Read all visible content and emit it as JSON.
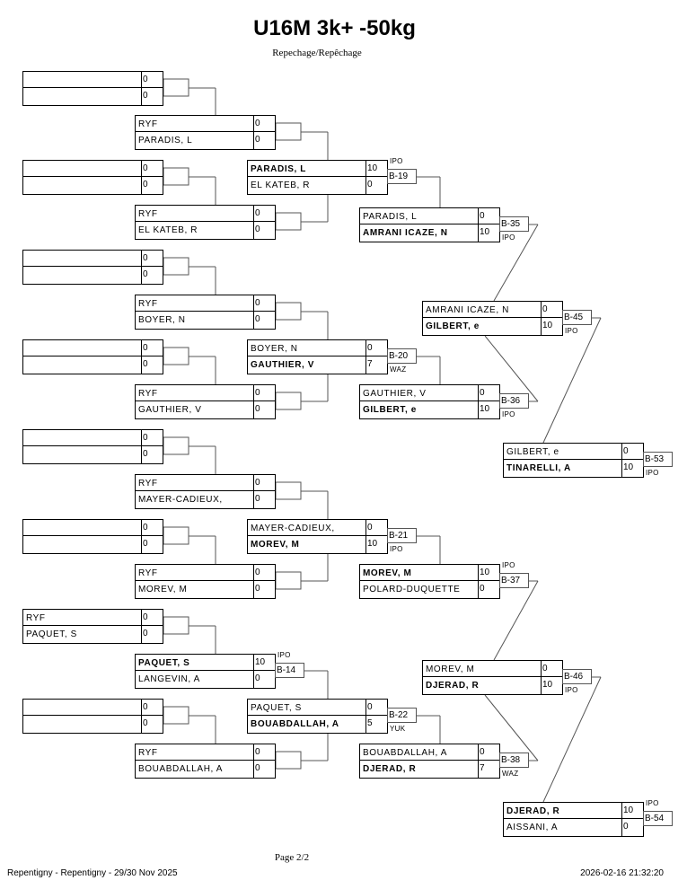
{
  "header": {
    "title": "U16M 3k+ -50kg",
    "subtitle": "Repechage/Repêchage"
  },
  "matches": [
    {
      "id": "r1a",
      "top": {
        "name": "",
        "score": "0",
        "win": false
      },
      "bot": {
        "name": "",
        "score": "0",
        "win": false
      }
    },
    {
      "id": "r2a",
      "top": {
        "name": "RYF",
        "score": "0",
        "win": false
      },
      "bot": {
        "name": "PARADIS, L",
        "score": "0",
        "win": false
      }
    },
    {
      "id": "r1b",
      "top": {
        "name": "",
        "score": "0",
        "win": false
      },
      "bot": {
        "name": "",
        "score": "0",
        "win": false
      }
    },
    {
      "id": "r2b",
      "top": {
        "name": "RYF",
        "score": "0",
        "win": false
      },
      "bot": {
        "name": "EL KATEB, R",
        "score": "0",
        "win": false
      }
    },
    {
      "id": "b19",
      "label": "B-19",
      "result_tag": "IPO",
      "tag_pos": "top",
      "top": {
        "name": "PARADIS, L",
        "score": "10",
        "win": true
      },
      "bot": {
        "name": "EL KATEB, R",
        "score": "0",
        "win": false
      }
    },
    {
      "id": "b35",
      "label": "B-35",
      "result_tag": "IPO",
      "tag_pos": "bottom",
      "top": {
        "name": "PARADIS, L",
        "score": "0",
        "win": false
      },
      "bot": {
        "name": "AMRANI ICAZE, N",
        "score": "10",
        "win": true
      }
    },
    {
      "id": "r1c",
      "top": {
        "name": "",
        "score": "0",
        "win": false
      },
      "bot": {
        "name": "",
        "score": "0",
        "win": false
      }
    },
    {
      "id": "r2c",
      "top": {
        "name": "RYF",
        "score": "0",
        "win": false
      },
      "bot": {
        "name": "BOYER, N",
        "score": "0",
        "win": false
      }
    },
    {
      "id": "r1d",
      "top": {
        "name": "",
        "score": "0",
        "win": false
      },
      "bot": {
        "name": "",
        "score": "0",
        "win": false
      }
    },
    {
      "id": "r2d",
      "top": {
        "name": "RYF",
        "score": "0",
        "win": false
      },
      "bot": {
        "name": "GAUTHIER, V",
        "score": "0",
        "win": false
      }
    },
    {
      "id": "b20",
      "label": "B-20",
      "result_tag": "WAZ",
      "tag_pos": "bottom",
      "top": {
        "name": "BOYER, N",
        "score": "0",
        "win": false
      },
      "bot": {
        "name": "GAUTHIER, V",
        "score": "7",
        "win": true
      }
    },
    {
      "id": "b36",
      "label": "B-36",
      "result_tag": "IPO",
      "tag_pos": "bottom",
      "top": {
        "name": "GAUTHIER, V",
        "score": "0",
        "win": false
      },
      "bot": {
        "name": "GILBERT, e",
        "score": "10",
        "win": true
      }
    },
    {
      "id": "b45",
      "label": "B-45",
      "result_tag": "IPO",
      "tag_pos": "bottom",
      "top": {
        "name": "AMRANI ICAZE, N",
        "score": "0",
        "win": false
      },
      "bot": {
        "name": "GILBERT, e",
        "score": "10",
        "win": true
      }
    },
    {
      "id": "b53",
      "label": "B-53",
      "result_tag": "IPO",
      "tag_pos": "bottom",
      "top": {
        "name": "GILBERT, e",
        "score": "0",
        "win": false
      },
      "bot": {
        "name": "TINARELLI, A",
        "score": "10",
        "win": true
      }
    },
    {
      "id": "r1e",
      "top": {
        "name": "",
        "score": "0",
        "win": false
      },
      "bot": {
        "name": "",
        "score": "0",
        "win": false
      }
    },
    {
      "id": "r2e",
      "top": {
        "name": "RYF",
        "score": "0",
        "win": false
      },
      "bot": {
        "name": "MAYER-CADIEUX,",
        "score": "0",
        "win": false
      }
    },
    {
      "id": "r1f",
      "top": {
        "name": "",
        "score": "0",
        "win": false
      },
      "bot": {
        "name": "",
        "score": "0",
        "win": false
      }
    },
    {
      "id": "r2f",
      "top": {
        "name": "RYF",
        "score": "0",
        "win": false
      },
      "bot": {
        "name": "MOREV, M",
        "score": "0",
        "win": false
      }
    },
    {
      "id": "b21",
      "label": "B-21",
      "result_tag": "IPO",
      "tag_pos": "bottom",
      "top": {
        "name": "MAYER-CADIEUX,",
        "score": "0",
        "win": false
      },
      "bot": {
        "name": "MOREV, M",
        "score": "10",
        "win": true
      }
    },
    {
      "id": "b37",
      "label": "B-37",
      "result_tag": "IPO",
      "tag_pos": "top",
      "top": {
        "name": "MOREV, M",
        "score": "10",
        "win": true
      },
      "bot": {
        "name": "POLARD-DUQUETTE",
        "score": "0",
        "win": false
      }
    },
    {
      "id": "r1g",
      "top": {
        "name": "RYF",
        "score": "0",
        "win": false
      },
      "bot": {
        "name": "PAQUET, S",
        "score": "0",
        "win": false
      }
    },
    {
      "id": "b14",
      "label": "B-14",
      "result_tag": "IPO",
      "tag_pos": "top",
      "top": {
        "name": "PAQUET, S",
        "score": "10",
        "win": true
      },
      "bot": {
        "name": "LANGEVIN, A",
        "score": "0",
        "win": false
      }
    },
    {
      "id": "r1h",
      "top": {
        "name": "",
        "score": "0",
        "win": false
      },
      "bot": {
        "name": "",
        "score": "0",
        "win": false
      }
    },
    {
      "id": "r2h",
      "top": {
        "name": "RYF",
        "score": "0",
        "win": false
      },
      "bot": {
        "name": "BOUABDALLAH, A",
        "score": "0",
        "win": false
      }
    },
    {
      "id": "b22",
      "label": "B-22",
      "result_tag": "YUK",
      "tag_pos": "bottom",
      "top": {
        "name": "PAQUET, S",
        "score": "0",
        "win": false
      },
      "bot": {
        "name": "BOUABDALLAH, A",
        "score": "5",
        "win": true
      }
    },
    {
      "id": "b38",
      "label": "B-38",
      "result_tag": "WAZ",
      "tag_pos": "bottom",
      "top": {
        "name": "BOUABDALLAH, A",
        "score": "0",
        "win": false
      },
      "bot": {
        "name": "DJERAD, R",
        "score": "7",
        "win": true
      }
    },
    {
      "id": "b46",
      "label": "B-46",
      "result_tag": "IPO",
      "tag_pos": "bottom",
      "top": {
        "name": "MOREV, M",
        "score": "0",
        "win": false
      },
      "bot": {
        "name": "DJERAD, R",
        "score": "10",
        "win": true
      }
    },
    {
      "id": "b54",
      "label": "B-54",
      "result_tag": "IPO",
      "tag_pos": "top",
      "top": {
        "name": "DJERAD, R",
        "score": "10",
        "win": true
      },
      "bot": {
        "name": "AISSANI, A",
        "score": "0",
        "win": false
      }
    }
  ],
  "footer": {
    "page": "Page 2/2",
    "event": "Repentigny - Repentigny - 29/30 Nov 2025",
    "timestamp": "2026-02-16 21:32:20"
  }
}
